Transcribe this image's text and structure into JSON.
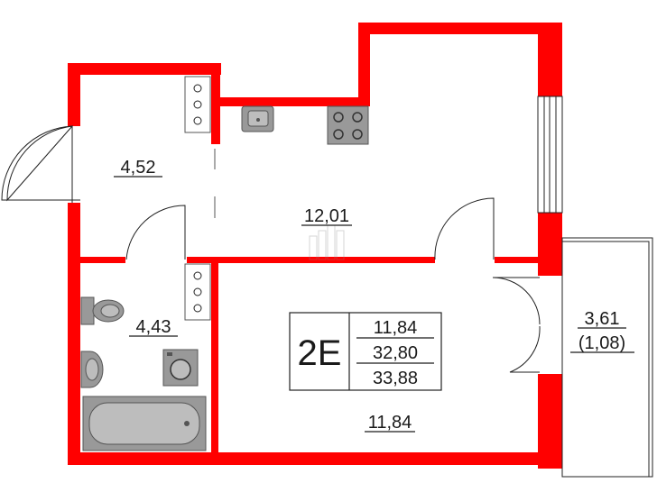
{
  "plan": {
    "apartment_type": "2E",
    "summary": {
      "living_area": "11,84",
      "total_area": "32,80",
      "total_with_balcony": "33,88"
    },
    "rooms": {
      "hall": "4,52",
      "kitchen_living": "12,01",
      "bathroom": "4,43",
      "bedroom": "11,84",
      "balcony_area": "3,61",
      "balcony_reduced": "(1,08)"
    },
    "colors": {
      "walls": "#ff0000",
      "fixtures": "#999999",
      "lines": "#222222"
    },
    "icons": [
      "sink-icon",
      "stove-icon",
      "toilet-icon",
      "washbasin-icon",
      "washing-machine-icon",
      "bathtub-icon",
      "ventilation-shaft-icon",
      "watermark-logo"
    ]
  }
}
